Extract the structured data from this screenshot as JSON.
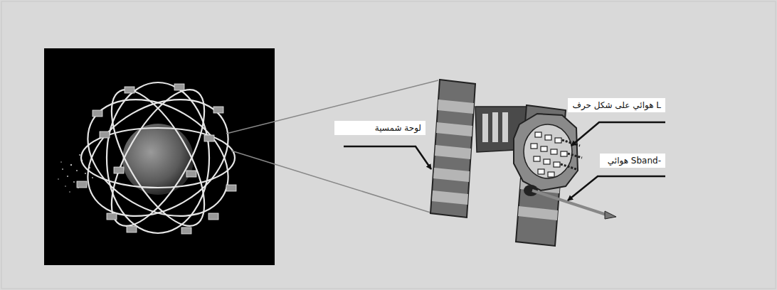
{
  "diagram": {
    "labels": [
      "لوحة شمسية",
      "هوائي على شكل حرف L",
      "هوائي Sband-"
    ]
  }
}
